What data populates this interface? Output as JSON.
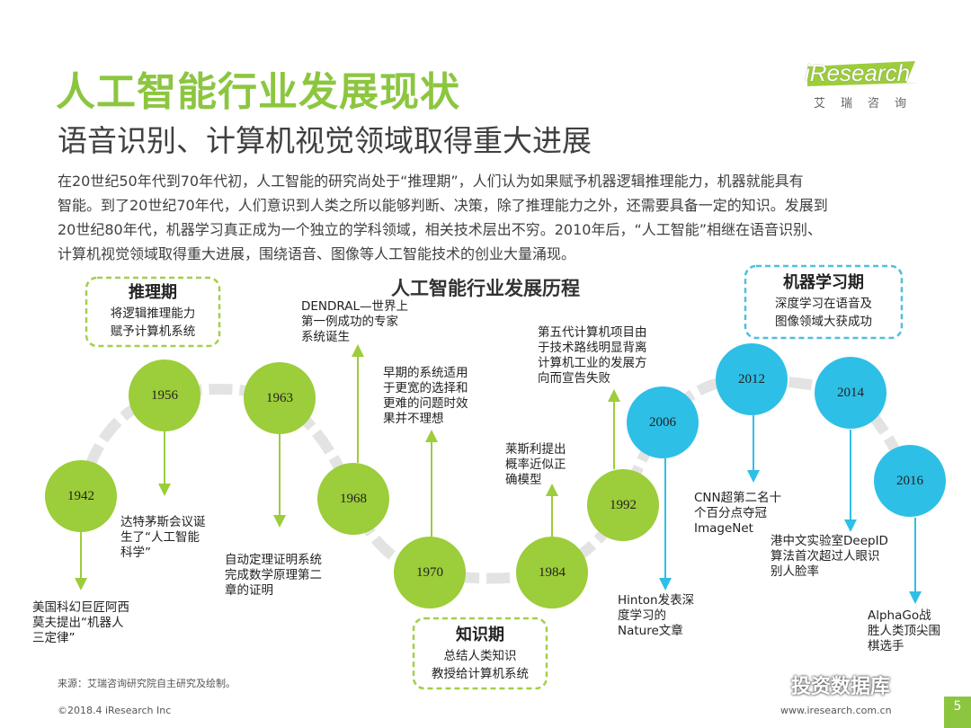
{
  "header": {
    "title": "人工智能行业发展现状",
    "subtitle": "语音识别、计算机视觉领域取得重大进展"
  },
  "logo": {
    "brand": "iResearch",
    "subtitle": "艾瑞咨询"
  },
  "intro": [
    "在20世纪50年代到70年代初，人工智能的研究尚处于“推理期”，人们认为如果赋予机器逻辑推理能力，机器就能具有",
    "智能。到了20世纪70年代，人们意识到人类之所以能够判断、决策，除了推理能力之外，还需要具备一定的知识。发展到",
    "20世纪80年代，机器学习真正成为一个独立的学科领域，相关技术层出不穷。2010年后，“人工智能”相继在语音识别、",
    "计算机视觉领域取得重大进展，围绕语音、图像等人工智能技术的创业大量涌现。"
  ],
  "diagram": {
    "title": "人工智能行业发展历程",
    "periods": [
      {
        "title": "推理期",
        "lines": [
          "将逻辑推理能力",
          "赋予计算机系统"
        ]
      },
      {
        "title": "知识期",
        "lines": [
          "总结人类知识",
          "教授给计算机系统"
        ]
      },
      {
        "title": "机器学习期",
        "lines": [
          "深度学习在语音及",
          "图像领域大获成功"
        ]
      }
    ],
    "years": [
      "1942",
      "1956",
      "1963",
      "1968",
      "1970",
      "1984",
      "1992",
      "2006",
      "2012",
      "2014",
      "2016"
    ],
    "notes": [
      {
        "lines": [
          "美国科幻巨匠阿西",
          "莫夫提出“机器人",
          "三定律”"
        ]
      },
      {
        "lines": [
          "达特茅斯会议诞",
          "生了“人工智能",
          "科学”"
        ]
      },
      {
        "lines": [
          "自动定理证明系统",
          "完成数学原理第二",
          "章的证明"
        ]
      },
      {
        "lines": [
          "DENDRAL—世界上",
          "第一例成功的专家",
          "系统诞生"
        ]
      },
      {
        "lines": [
          "早期的系统适用",
          "于更宽的选择和",
          "更难的问题时效",
          "果并不理想"
        ]
      },
      {
        "lines": [
          "莱斯利提出",
          "概率近似正",
          "确模型"
        ]
      },
      {
        "lines": [
          "第五代计算机项目由",
          "于技术路线明显背离",
          "计算机工业的发展方",
          "向而宣告失败"
        ]
      },
      {
        "lines": [
          "Hinton发表深",
          "度学习的",
          "Nature文章"
        ]
      },
      {
        "lines": [
          "CNN超第二名十",
          "个百分点夺冠",
          "ImageNet"
        ]
      },
      {
        "lines": [
          "港中文实验室DeepID",
          "算法首次超过人眼识",
          "别人脸率"
        ]
      },
      {
        "lines": [
          "AlphaGo战",
          "胜人类顶尖围",
          "棋选手"
        ]
      }
    ],
    "colors": {
      "green": "#9ccd3a",
      "blue": "#2ebfe6",
      "green_dash": "#a3cf4c",
      "blue_dash": "#4fbfdc",
      "track": "#e3e3e3"
    }
  },
  "footer": {
    "source": "来源：艾瑞咨询研究院自主研究及绘制。",
    "copyright": "©2018.4 iResearch Inc",
    "url": "www.iresearch.com.cn",
    "page": "5",
    "watermark": "投资数据库"
  }
}
